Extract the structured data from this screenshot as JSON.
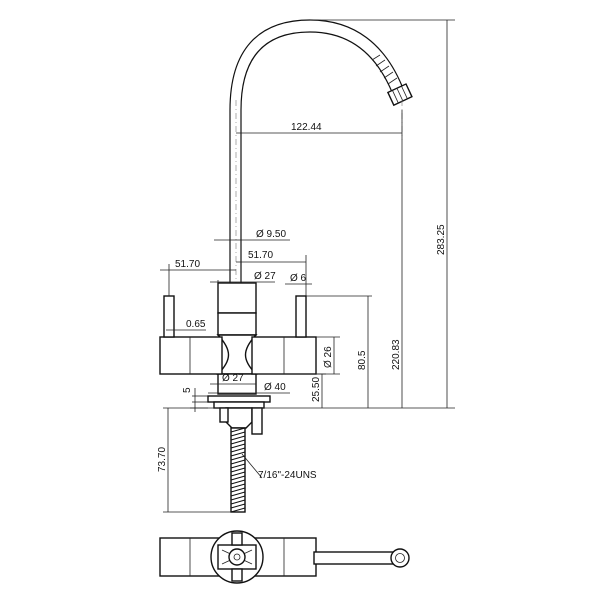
{
  "dimensions": {
    "spout_reach": "122.44",
    "spout_diameter": "Ø 9.50",
    "handle_reach_right": "51.70",
    "handle_reach_left": "51.70",
    "body_diameter_top": "Ø 27",
    "lever_diameter": "Ø 6",
    "lever_gap": "0.65",
    "body_height": "Ø 26",
    "base_diameter": "Ø 27",
    "flange_diameter": "Ø 40",
    "flange_thickness": "5",
    "base_height": "25.50",
    "handle_height": "80.5",
    "spout_height": "220.83",
    "overall_height": "283.25",
    "shank_length": "73.70",
    "thread_spec": "7/16\"-24UNS"
  }
}
